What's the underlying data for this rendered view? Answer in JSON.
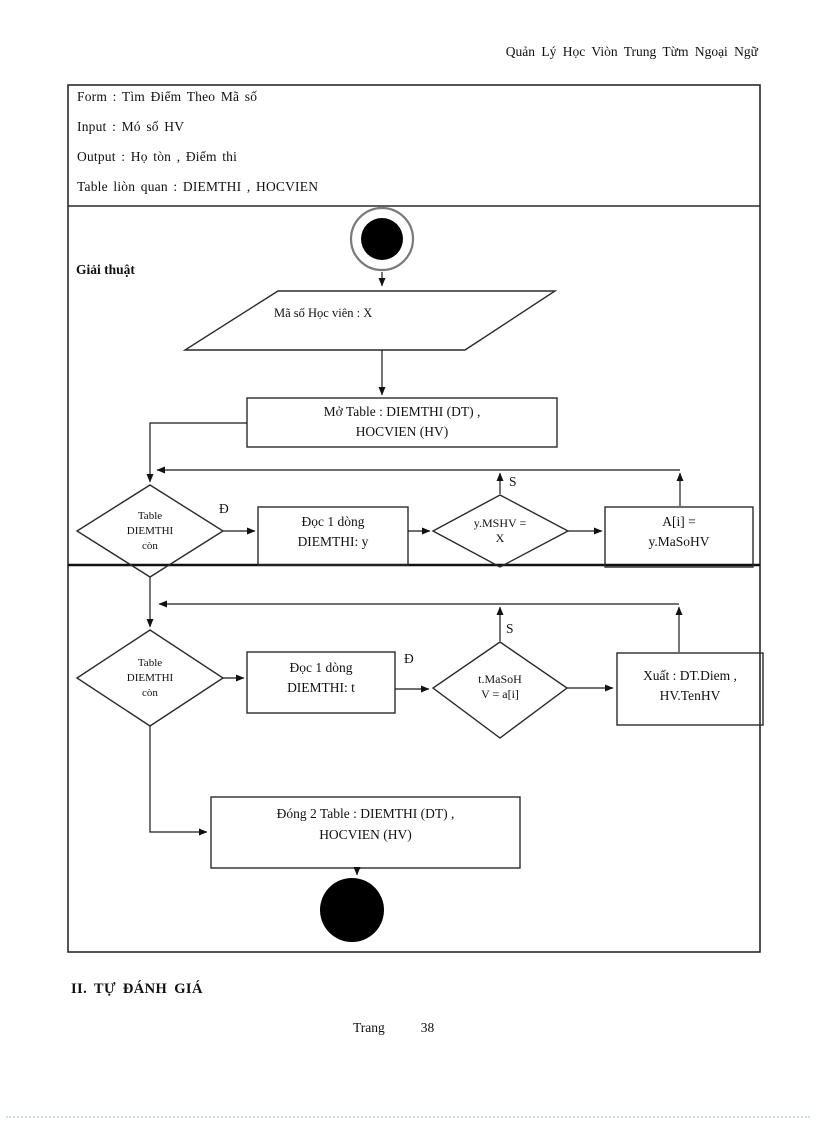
{
  "page": {
    "header": "Quản Lý Học Viòn Trung Từm Ngoại Ngữ",
    "section_heading": "II. TỰ ĐÁNH GIÁ",
    "footer": {
      "label": "Trang",
      "page_number": "38"
    }
  },
  "spec_box": {
    "rows": [
      "Form : Tìm Điểm Theo Mã số",
      "Input : Mó số HV",
      "Output : Họ tòn , Điểm thi",
      "Table liòn quan : DIEMTHI , HOCVIEN"
    ]
  },
  "flowchart": {
    "title": "Giải thuật",
    "input_shape": "Mã số Học viên : X",
    "open_table": {
      "line1": "Mở Table : DIEMTHI (DT) ,",
      "line2": "HOCVIEN (HV)"
    },
    "loop1": {
      "cond": {
        "line1": "Table",
        "line2": "DIEMTHI",
        "line3": "còn"
      },
      "yes_label": "Đ",
      "read": {
        "line1": "Đọc 1 dòng",
        "line2": "DIEMTHI: y"
      },
      "match": {
        "line1": "y.MSHV =",
        "line2": "X"
      },
      "match_yes_label": "S",
      "assign": {
        "line1": "A[i] =",
        "line2": "y.MaSoHV"
      }
    },
    "loop2": {
      "cond": {
        "line1": "Table",
        "line2": "DIEMTHI",
        "line3": "còn"
      },
      "yes_label": "Đ",
      "read": {
        "line1": "Đọc 1 dòng",
        "line2": "DIEMTHI: t"
      },
      "match": {
        "line1": "t.MaSoH",
        "line2": "V = a[i]"
      },
      "match_yes_label": "S",
      "output": {
        "line1": "Xuất : DT.Diem ,",
        "line2": "HV.TenHV"
      }
    },
    "close_table": {
      "line1": "Đóng 2 Table : DIEMTHI (DT) ,",
      "line2": "HOCVIEN (HV)"
    }
  },
  "colors": {
    "rule_dotted": "#bfe7e0",
    "line": "#1a1a1a",
    "start_ring": "#7a7a7a"
  }
}
